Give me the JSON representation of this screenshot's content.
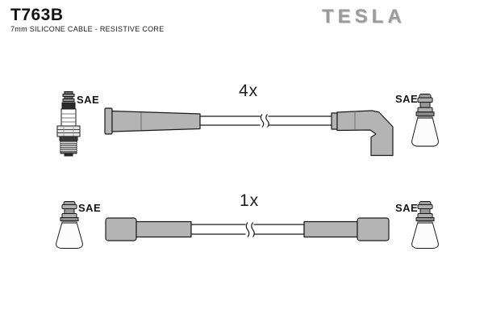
{
  "header": {
    "part_number": "T763B",
    "subtitle": "7mm SILICONE CABLE - RESISTIVE CORE",
    "brand": "TESLA"
  },
  "colors": {
    "background": "#ffffff",
    "outline": "#1a1a1a",
    "boot_gray": "#b4b4b4",
    "terminal_gray": "#a6a6a6",
    "logo_gray": "#9b9b9b",
    "text_black": "#141414"
  },
  "rows": [
    {
      "quantity_label": "4x",
      "left_end": {
        "type": "spark-plug",
        "connector_label": "SAE"
      },
      "cable": {
        "left_boot": "straight-cylindrical-boot",
        "break_mark": "length-break-symbol",
        "right_boot": "elbow-90deg-boot"
      },
      "right_end": {
        "type": "cone-boot-with-terminal",
        "connector_label": "SAE"
      }
    },
    {
      "quantity_label": "1x",
      "left_end": {
        "type": "cone-boot-with-terminal",
        "connector_label": "SAE"
      },
      "cable": {
        "left_boot": "straight-stepped-boot",
        "break_mark": "length-break-symbol",
        "right_boot": "straight-stepped-boot"
      },
      "right_end": {
        "type": "cone-boot-with-terminal",
        "connector_label": "SAE"
      }
    }
  ]
}
